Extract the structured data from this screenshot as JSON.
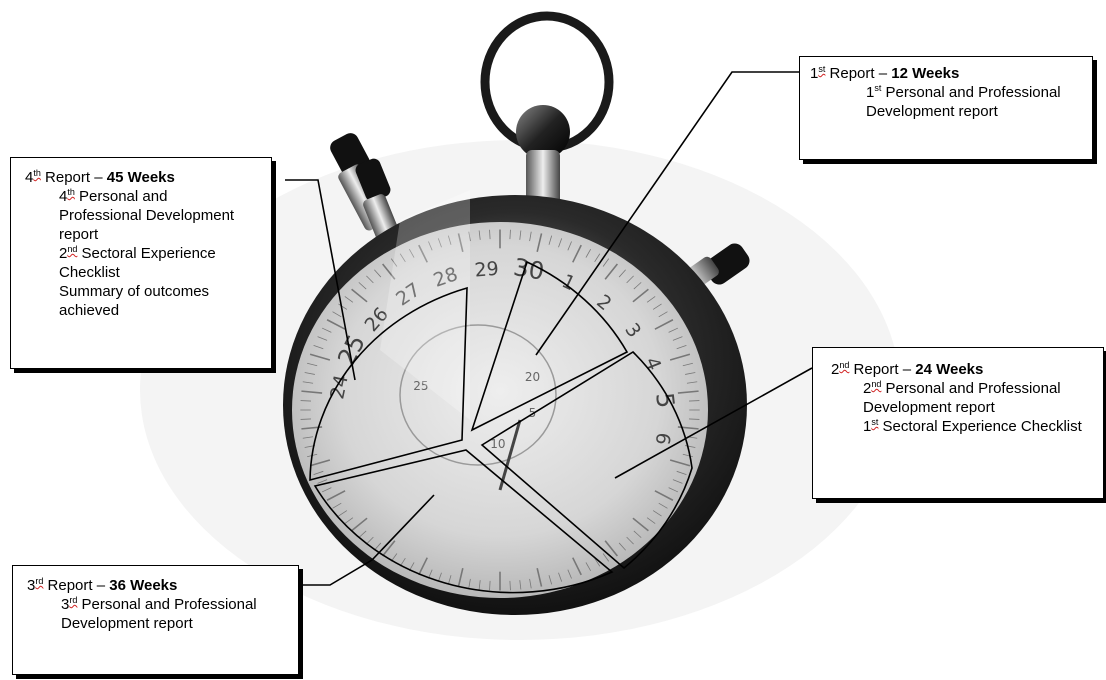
{
  "callouts": {
    "r1": {
      "ord": "1",
      "sup": "st",
      "label": "Report – ",
      "weeks": "12 Weeks",
      "items": [
        {
          "ord": "1",
          "sup": "st",
          "text": "Personal and Professional Development report"
        }
      ]
    },
    "r2": {
      "ord": "2",
      "sup": "nd",
      "label": "Report – ",
      "weeks": "24 Weeks",
      "items": [
        {
          "ord": "2",
          "sup": "nd",
          "text": "Personal and Professional Development report"
        },
        {
          "ord": "1",
          "sup": "st",
          "text": "Sectoral Experience Checklist"
        }
      ]
    },
    "r3": {
      "ord": "3",
      "sup": "rd",
      "label": "Report – ",
      "weeks": "36 Weeks",
      "items": [
        {
          "ord": "3",
          "sup": "rd",
          "text": "Personal and Professional Development report"
        }
      ]
    },
    "r4": {
      "ord": "4",
      "sup": "th",
      "label": "Report – ",
      "weeks": "45 Weeks",
      "items": [
        {
          "ord": "4",
          "sup": "th",
          "text": "Personal and Professional Development report"
        },
        {
          "ord": "2",
          "sup": "nd",
          "text": "Sectoral Experience Checklist"
        },
        {
          "ord": "",
          "sup": "",
          "text": "Summary of outcomes achieved"
        }
      ]
    }
  },
  "dial": {
    "outer_numbers": [
      "24",
      "25",
      "26",
      "27",
      "28",
      "29",
      "30",
      "1",
      "2",
      "3",
      "4",
      "5",
      "6"
    ],
    "inner_numbers": [
      "25",
      "5",
      "10",
      "20"
    ]
  },
  "colors": {
    "watch_body": "#3a3a3a",
    "dial_face": "#d8d8d8",
    "line": "#000000"
  }
}
